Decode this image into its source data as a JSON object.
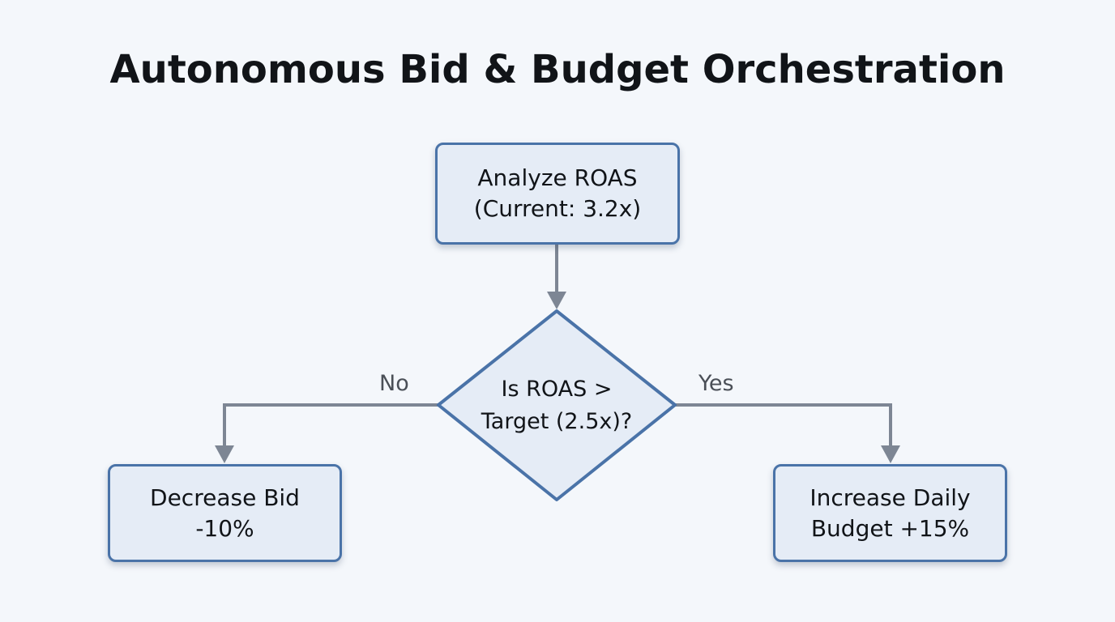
{
  "title": "Autonomous Bid & Budget Orchestration",
  "nodes": {
    "analyze": {
      "line1": "Analyze ROAS",
      "line2": "(Current: 3.2x)"
    },
    "decision": {
      "line1": "Is ROAS >",
      "line2": "Target (2.5x)?"
    },
    "decrease": {
      "line1": "Decrease Bid",
      "line2": "-10%"
    },
    "increase": {
      "line1": "Increase Daily",
      "line2": "Budget +15%"
    }
  },
  "edges": {
    "no_label": "No",
    "yes_label": "Yes"
  },
  "colors": {
    "background": "#f4f7fb",
    "node_fill": "#e5ecf6",
    "node_border": "#4a73a8",
    "connector": "#7d8694"
  }
}
